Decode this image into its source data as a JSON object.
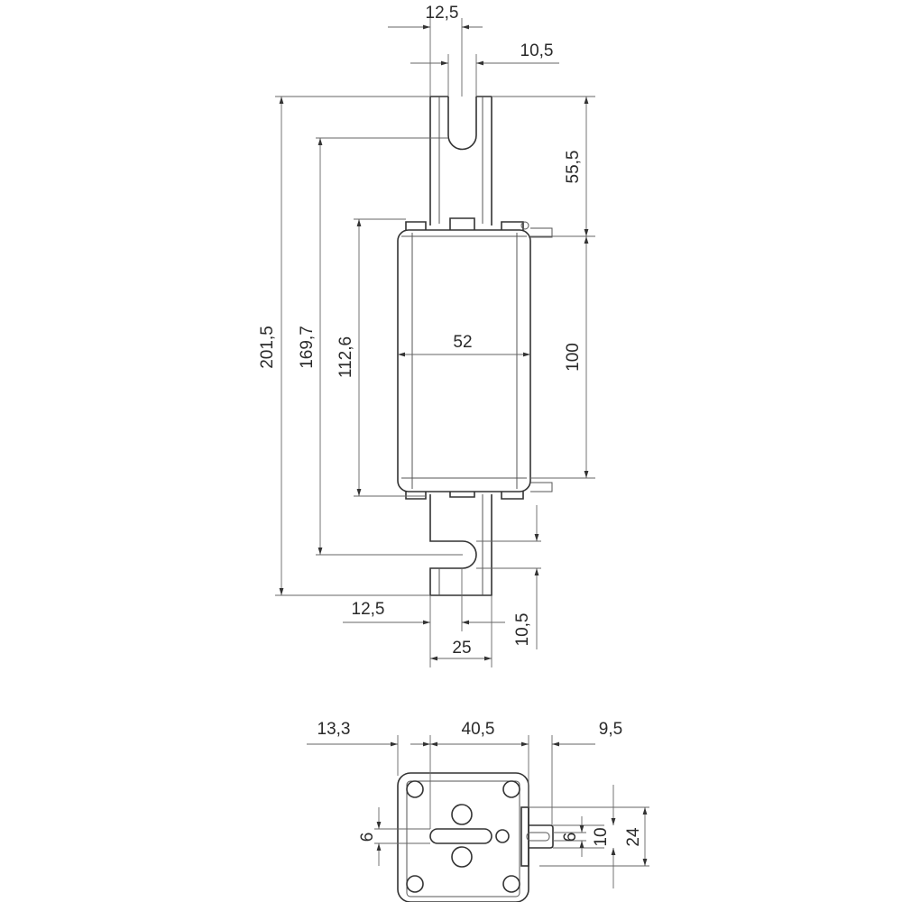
{
  "front_view": {
    "dim_top_slot_offset": "12,5",
    "dim_top_slot_width": "10,5",
    "dim_overall_length": "201,5",
    "dim_slot_centers": "169,7",
    "dim_body_length": "112,6",
    "dim_blade_to_body": "55,5",
    "dim_body_inner": "100",
    "dim_body_width": "52",
    "dim_bottom_slot_width": "10,5",
    "dim_bottom_slot_offset": "12,5",
    "dim_blade_width": "25"
  },
  "end_view": {
    "dim_left_offset": "13,3",
    "dim_width": "40,5",
    "dim_indicator_offset": "9,5",
    "dim_slot_left": "6",
    "dim_indicator_pin": "6",
    "dim_indicator_10": "10",
    "dim_indicator_24": "24"
  },
  "colors": {
    "line": "#333333",
    "text": "#2a2a2a"
  }
}
